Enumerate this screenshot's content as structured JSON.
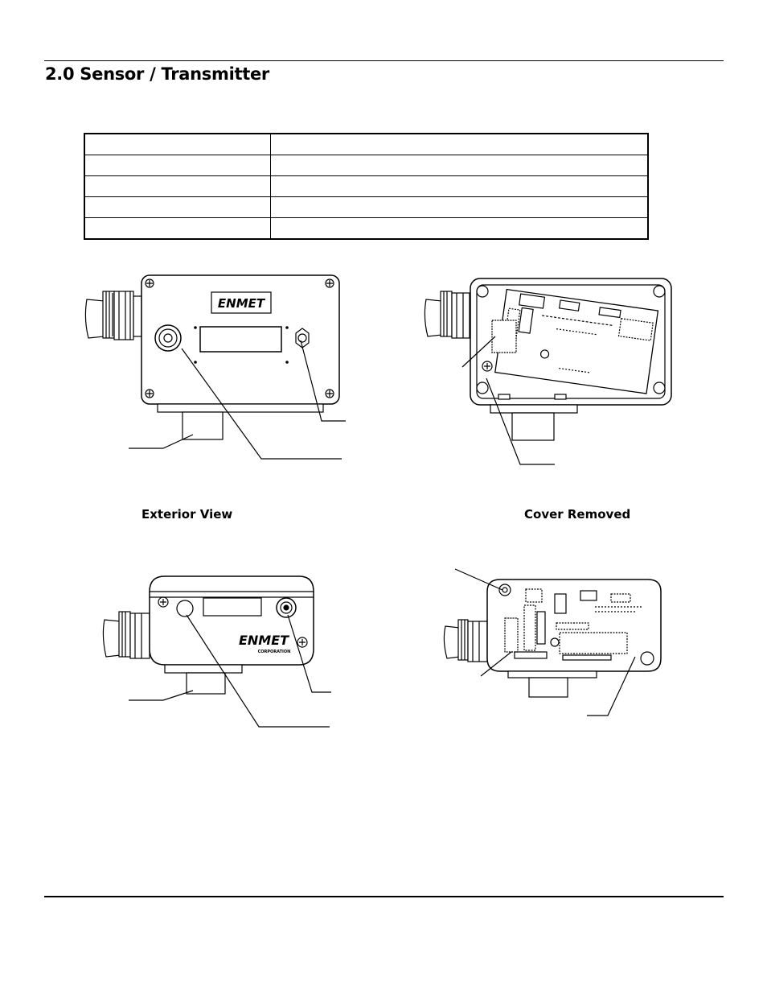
{
  "header": {
    "title": "2.0 Sensor / Transmitter"
  },
  "spec_table": {
    "rows": 5,
    "columns": 2
  },
  "figures": {
    "exterior_caption": "Exterior View",
    "cover_caption": "Cover Removed",
    "logo_text": "ENMET",
    "logo_subtext": "CORPORATION"
  }
}
